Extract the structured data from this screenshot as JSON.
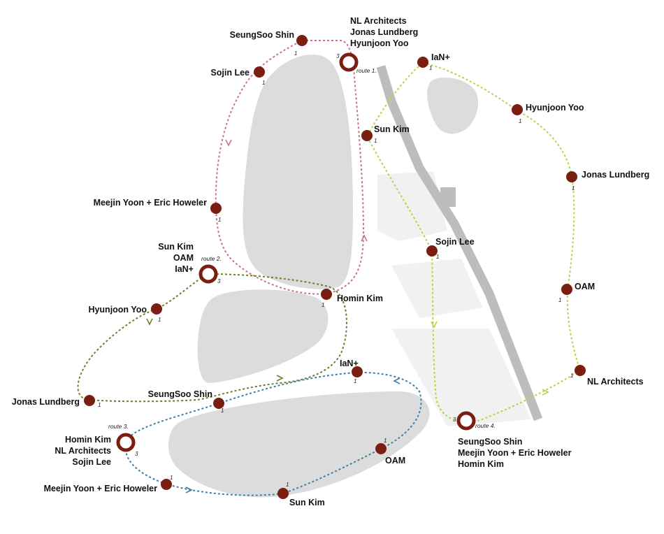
{
  "colors": {
    "route1": "#c9738a",
    "route2": "#6f7d2a",
    "route3": "#3f7fa6",
    "route4": "#b8d24a",
    "node": "#7a1e12",
    "block": "#dcdcdc",
    "road": "#b5b5b5"
  },
  "routes": [
    {
      "id": "route1",
      "label": "route 1."
    },
    {
      "id": "route2",
      "label": "route 2."
    },
    {
      "id": "route3",
      "label": "route 3."
    },
    {
      "id": "route4",
      "label": "route 4."
    }
  ],
  "hubs": {
    "h1": {
      "count": "3",
      "lines": [
        "NL Architects",
        "Jonas Lundberg",
        "Hyunjoon Yoo"
      ]
    },
    "h2": {
      "count": "3",
      "lines": [
        "Sun Kim",
        "OAM",
        "IaN+"
      ]
    },
    "h3": {
      "count": "3",
      "lines": [
        "Homin Kim",
        "NL Architects",
        "Sojin Lee"
      ]
    },
    "h4": {
      "count": "3",
      "lines": [
        "SeungSoo Shin",
        "Meejin Yoon + Eric Howeler",
        "Homin Kim"
      ]
    }
  },
  "stops": {
    "r1_seungsoo": {
      "name": "SeungSoo Shin",
      "count": "1"
    },
    "r1_sojin": {
      "name": "Sojin Lee",
      "count": "1"
    },
    "r1_meejin": {
      "name": "Meejin Yoon + Eric Howeler",
      "count": "1"
    },
    "r1_homin": {
      "name": "Homin Kim",
      "count": "1"
    },
    "r4_ian": {
      "name": "IaN+",
      "count": "1"
    },
    "r4_hyunjoon": {
      "name": "Hyunjoon Yoo",
      "count": "1"
    },
    "r4_sunkim": {
      "name": "Sun Kim",
      "count": "1"
    },
    "r4_jonas": {
      "name": "Jonas Lundberg",
      "count": "1"
    },
    "r4_sojin": {
      "name": "Sojin Lee",
      "count": "1"
    },
    "r4_oam": {
      "name": "OAM",
      "count": "1"
    },
    "r4_nl": {
      "name": "NL Architects",
      "count": "1"
    },
    "r2_hyunjoon": {
      "name": "Hyunjoon Yoo",
      "count": "1"
    },
    "r2_jonas": {
      "name": "Jonas Lundberg",
      "count": "1"
    },
    "r2_seungsoo": {
      "name": "SeungSoo Shin",
      "count": "1"
    },
    "r3_ian": {
      "name": "IaN+",
      "count": "1"
    },
    "r3_oam": {
      "name": "OAM",
      "count": "1"
    },
    "r3_sunkim": {
      "name": "Sun Kim",
      "count": "1"
    },
    "r3_meejin": {
      "name": "Meejin Yoon + Eric Howeler",
      "count": "1"
    }
  }
}
